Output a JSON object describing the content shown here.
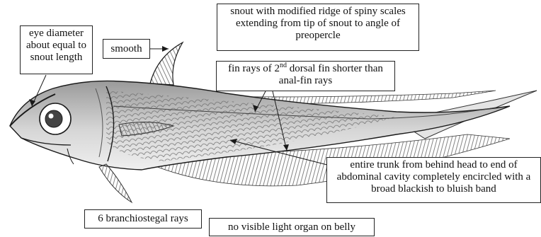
{
  "figure": {
    "labels": {
      "eye": "eye diameter about equal to snout length",
      "smooth": "smooth",
      "snout": "snout with modified ridge of spiny scales extending from tip of snout to angle of preopercle",
      "fin_rays_pre": "fin rays of 2",
      "fin_rays_sup": "nd",
      "fin_rays_post": " dorsal fin shorter than anal-fin rays",
      "trunk": "entire trunk from behind head to end of abdominal cavity completely encircled with a broad blackish to bluish band",
      "branchiostegal": "6 branchiostegal rays",
      "light_organ": "no visible light organ on belly"
    },
    "colors": {
      "ink": "#1a1a1a",
      "body_fill": "#cfcfcf",
      "scale_line": "#6a6a6a",
      "fin_fill": "#e2e2e2"
    }
  }
}
